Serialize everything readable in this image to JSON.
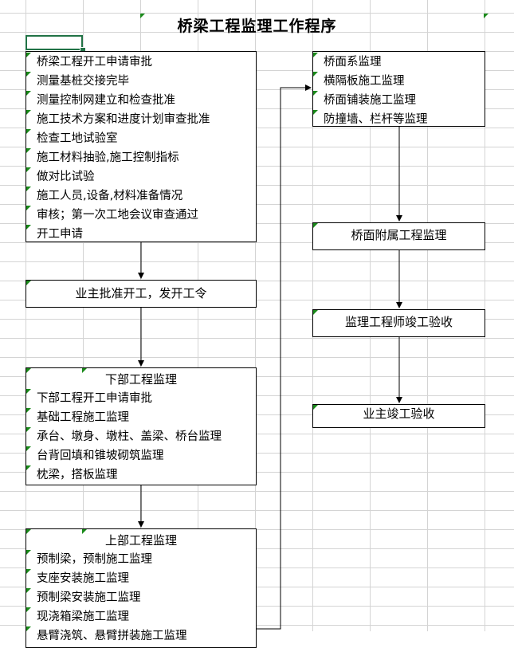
{
  "title": "桥梁工程监理工作程序",
  "box_pre": [
    "桥梁工程开工申请审批",
    "测量基桩交接完毕",
    "测量控制网建立和检查批准",
    "施工技术方案和进度计划审查批准",
    "检查工地试验室",
    "施工材料抽验,施工控制指标",
    "做对比试验",
    "施工人员,设备,材料准备情况",
    "审核；第一次工地会议审查通过",
    "开工申请"
  ],
  "box_owner_start": "业主批准开工，发开工令",
  "box_lower": {
    "heading": "下部工程监理",
    "items": [
      "下部工程开工申请审批",
      "基础工程施工监理",
      "承台、墩身、墩柱、盖梁、桥台监理",
      "台背回填和锥坡砌筑监理",
      "枕梁，搭板监理"
    ]
  },
  "box_upper": {
    "heading": "上部工程监理",
    "items": [
      "预制梁，预制施工监理",
      "支座安装施工监理",
      "预制梁安装施工监理",
      "现浇箱梁施工监理",
      "悬臂浇筑、悬臂拼装施工监理"
    ]
  },
  "box_deck": [
    "桥面系监理",
    "横隔板施工监理",
    "桥面铺装施工监理",
    "防撞墙、栏杆等监理"
  ],
  "box_attached": "桥面附属工程监理",
  "box_completion": "监理工程师竣工验收",
  "box_owner_accept": "业主竣工验收"
}
